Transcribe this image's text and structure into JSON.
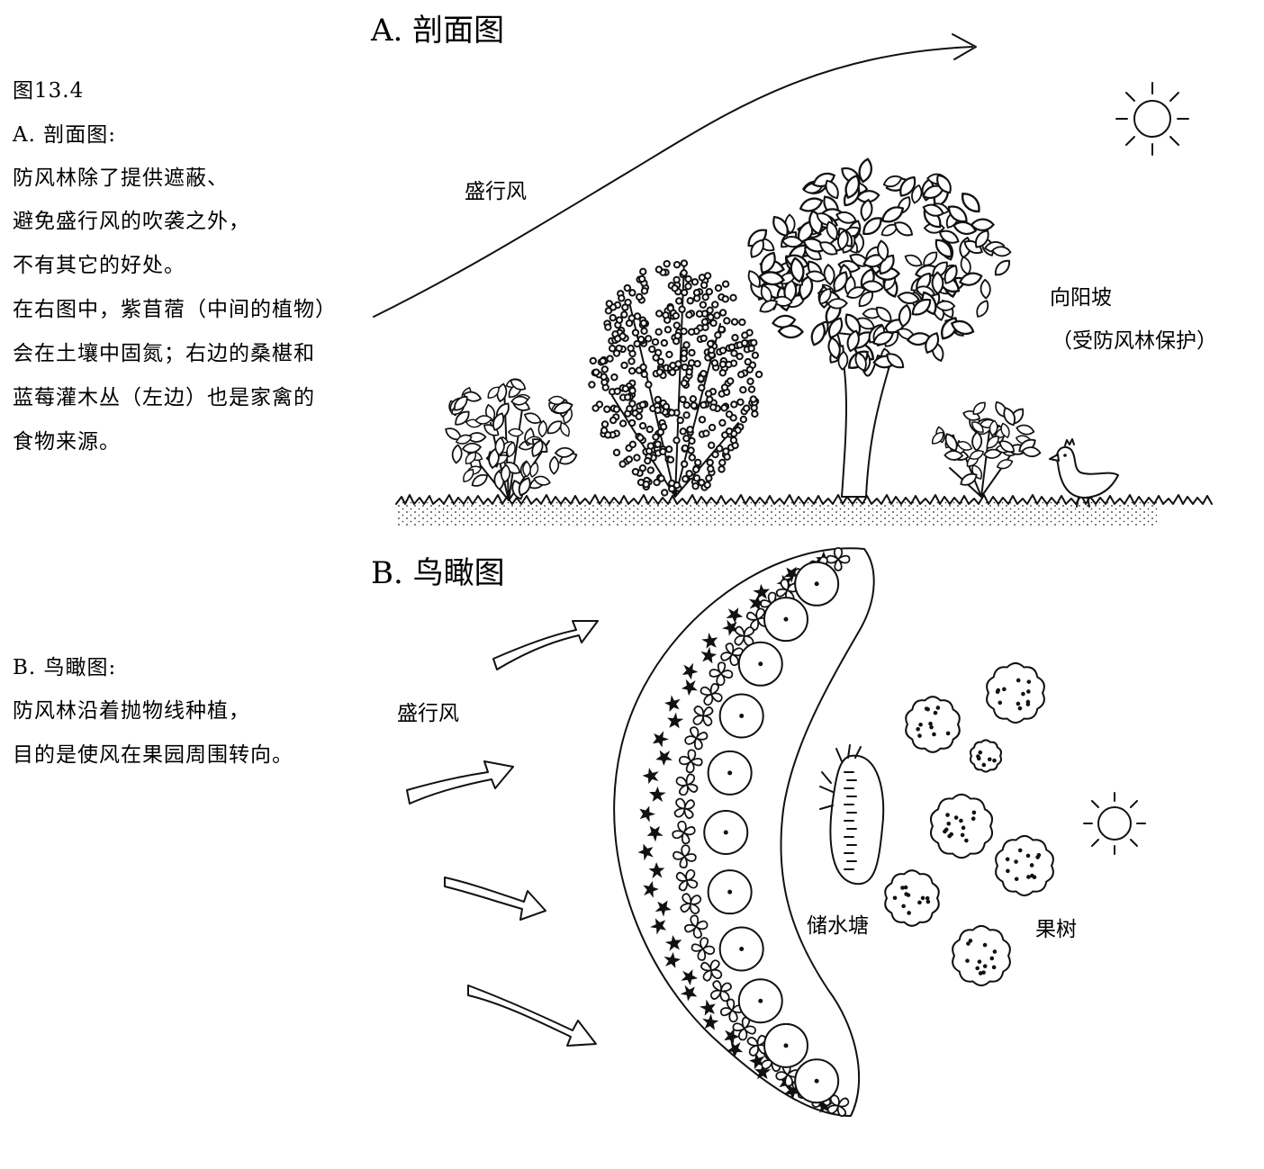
{
  "figure_label": "图13.4",
  "section_a": {
    "heading": "A. 剖面图",
    "caption_title": "A. 剖面图:",
    "caption_lines": [
      "防风林除了提供遮蔽、",
      "避免盛行风的吹袭之外，",
      "不有其它的好处。",
      "在右图中，紫苜蓿（中间的植物）",
      "会在土壤中固氮；右边的桑椹和",
      "蓝莓灌木丛（左边）也是家禽的",
      "食物来源。"
    ],
    "wind_label": "盛行风",
    "slope_label": "向阳坡",
    "slope_note": "（受防风林保护）"
  },
  "section_b": {
    "heading": "B. 鸟瞰图",
    "caption_title": "B. 鸟瞰图:",
    "caption_lines": [
      "防风林沿着抛物线种植，",
      "目的是使风在果园周围转向。"
    ],
    "wind_label": "盛行风",
    "pond_label": "储水塘",
    "orchard_label": "果树"
  },
  "icons": [
    "sun-icon",
    "wind-arrow-icon",
    "chicken-icon",
    "tree-icon",
    "shrub-icon"
  ]
}
